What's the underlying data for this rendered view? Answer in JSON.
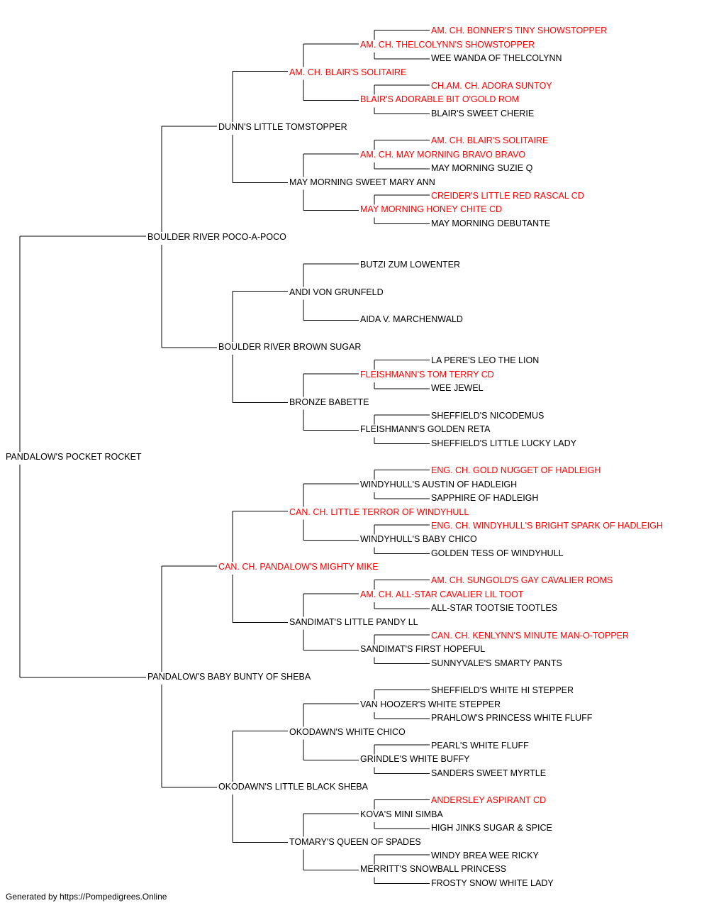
{
  "colors": {
    "champion": "#ff0000",
    "normal": "#000000",
    "line": "#000000"
  },
  "footer": "Generated by https://Pompedigrees.Online",
  "pedigree": {
    "name": "PANDALOW'S POCKET ROCKET",
    "champion": false,
    "sire": {
      "name": "BOULDER RIVER POCO-A-POCO",
      "champion": false,
      "sire": {
        "name": "DUNN'S LITTLE TOMSTOPPER",
        "champion": false,
        "sire": {
          "name": "AM. CH. BLAIR'S SOLITAIRE",
          "champion": true,
          "sire": {
            "name": "AM. CH. THELCOLYNN'S SHOWSTOPPER",
            "champion": true,
            "sire": {
              "name": "AM. CH. BONNER'S TINY SHOWSTOPPER",
              "champion": true
            },
            "dam": {
              "name": "WEE WANDA OF THELCOLYNN",
              "champion": false
            }
          },
          "dam": {
            "name": "BLAIR'S ADORABLE BIT O'GOLD ROM",
            "champion": true,
            "sire": {
              "name": "CH.AM. CH. ADORA SUNTOY",
              "champion": true
            },
            "dam": {
              "name": "BLAIR'S SWEET CHERIE",
              "champion": false
            }
          }
        },
        "dam": {
          "name": "MAY MORNING SWEET MARY ANN",
          "champion": false,
          "sire": {
            "name": "AM. CH. MAY MORNING BRAVO BRAVO",
            "champion": true,
            "sire": {
              "name": "AM. CH. BLAIR'S SOLITAIRE",
              "champion": true
            },
            "dam": {
              "name": "MAY MORNING SUZIE Q",
              "champion": false
            }
          },
          "dam": {
            "name": "MAY MORNING HONEY CHITE CD",
            "champion": true,
            "sire": {
              "name": "CREIDER'S LITTLE RED RASCAL CD",
              "champion": true
            },
            "dam": {
              "name": "MAY MORNING DEBUTANTE",
              "champion": false
            }
          }
        }
      },
      "dam": {
        "name": "BOULDER RIVER BROWN SUGAR",
        "champion": false,
        "sire": {
          "name": "ANDI VON GRUNFELD",
          "champion": false,
          "sire": {
            "name": "BUTZI ZUM LOWENTER",
            "champion": false
          },
          "dam": {
            "name": "AIDA V. MARCHENWALD",
            "champion": false
          }
        },
        "dam": {
          "name": "BRONZE BABETTE",
          "champion": false,
          "sire": {
            "name": "FLEISHMANN'S TOM TERRY CD",
            "champion": true,
            "sire": {
              "name": "LA PERE'S LEO THE LION",
              "champion": false
            },
            "dam": {
              "name": "WEE JEWEL",
              "champion": false
            }
          },
          "dam": {
            "name": "FLEISHMANN'S GOLDEN RETA",
            "champion": false,
            "sire": {
              "name": "SHEFFIELD'S NICODEMUS",
              "champion": false
            },
            "dam": {
              "name": "SHEFFIELD'S LITTLE LUCKY LADY",
              "champion": false
            }
          }
        }
      }
    },
    "dam": {
      "name": "PANDALOW'S BABY BUNTY OF SHEBA",
      "champion": false,
      "sire": {
        "name": "CAN. CH. PANDALOW'S MIGHTY MIKE",
        "champion": true,
        "sire": {
          "name": "CAN. CH. LITTLE TERROR OF WINDYHULL",
          "champion": true,
          "sire": {
            "name": "WINDYHULL'S AUSTIN OF HADLEIGH",
            "champion": false,
            "sire": {
              "name": "ENG. CH. GOLD NUGGET OF HADLEIGH",
              "champion": true
            },
            "dam": {
              "name": "SAPPHIRE OF HADLEIGH",
              "champion": false
            }
          },
          "dam": {
            "name": "WINDYHULL'S BABY CHICO",
            "champion": false,
            "sire": {
              "name": "ENG. CH. WINDYHULL'S BRIGHT SPARK OF HADLEIGH",
              "champion": true
            },
            "dam": {
              "name": "GOLDEN TESS OF WINDYHULL",
              "champion": false
            }
          }
        },
        "dam": {
          "name": "SANDIMAT'S LITTLE PANDY LL",
          "champion": false,
          "sire": {
            "name": "AM. CH. ALL-STAR CAVALIER LIL TOOT",
            "champion": true,
            "sire": {
              "name": "AM. CH. SUNGOLD'S GAY CAVALIER ROMS",
              "champion": true
            },
            "dam": {
              "name": "ALL-STAR TOOTSIE TOOTLES",
              "champion": false
            }
          },
          "dam": {
            "name": "SANDIMAT'S FIRST HOPEFUL",
            "champion": false,
            "sire": {
              "name": "CAN. CH. KENLYNN'S MINUTE MAN-O-TOPPER",
              "champion": true
            },
            "dam": {
              "name": "SUNNYVALE'S SMARTY PANTS",
              "champion": false
            }
          }
        }
      },
      "dam": {
        "name": "OKODAWN'S LITTLE BLACK SHEBA",
        "champion": false,
        "sire": {
          "name": "OKODAWN'S WHITE CHICO",
          "champion": false,
          "sire": {
            "name": "VAN HOOZER'S WHITE STEPPER",
            "champion": false,
            "sire": {
              "name": "SHEFFIELD'S WHITE HI STEPPER",
              "champion": false
            },
            "dam": {
              "name": "PRAHLOW'S PRINCESS WHITE FLUFF",
              "champion": false
            }
          },
          "dam": {
            "name": "GRINDLE'S WHITE BUFFY",
            "champion": false,
            "sire": {
              "name": "PEARL'S WHITE FLUFF",
              "champion": false
            },
            "dam": {
              "name": "SANDERS SWEET MYRTLE",
              "champion": false
            }
          }
        },
        "dam": {
          "name": "TOMARY'S QUEEN OF SPADES",
          "champion": false,
          "sire": {
            "name": "KOVA'S MINI SIMBA",
            "champion": false,
            "sire": {
              "name": "ANDERSLEY ASPIRANT CD",
              "champion": true
            },
            "dam": {
              "name": "HIGH JINKS SUGAR & SPICE",
              "champion": false
            }
          },
          "dam": {
            "name": "MERRITT'S SNOWBALL PRINCESS",
            "champion": false,
            "sire": {
              "name": "WINDY BREA WEE RICKY",
              "champion": false
            },
            "dam": {
              "name": "FROSTY SNOW WHITE LADY",
              "champion": false
            }
          }
        }
      }
    }
  }
}
